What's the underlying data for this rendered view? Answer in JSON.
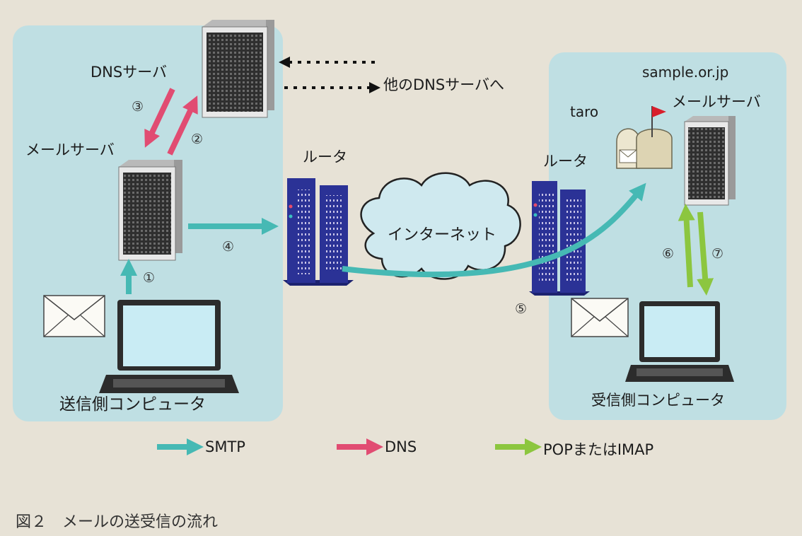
{
  "labels": {
    "dns_server": "DNSサーバ",
    "other_dns": "他のDNSサーバへ",
    "sender_mail_server": "メールサーバ",
    "router_left": "ルータ",
    "router_right": "ルータ",
    "internet": "インターネット",
    "sender_computer": "送信側コンピュータ",
    "domain": "sample.or.jp",
    "user": "taro",
    "receiver_mail_server": "メールサーバ",
    "receiver_computer": "受信側コンピュータ"
  },
  "steps": [
    "①",
    "②",
    "③",
    "④",
    "⑤",
    "⑥",
    "⑦"
  ],
  "legend": [
    {
      "key": "smtp",
      "label": "SMTP",
      "color": "#46b9b4"
    },
    {
      "key": "dns",
      "label": "DNS",
      "color": "#e14c72"
    },
    {
      "key": "pop",
      "label": "POPまたはIMAP",
      "color": "#8cc63f"
    }
  ],
  "caption": "図２　メールの送受信の流れ",
  "colors": {
    "panel": "#bfdfe3",
    "smtp": "#46b9b4",
    "dns": "#e14c72",
    "pop": "#8cc63f",
    "router": "#2b3296"
  }
}
